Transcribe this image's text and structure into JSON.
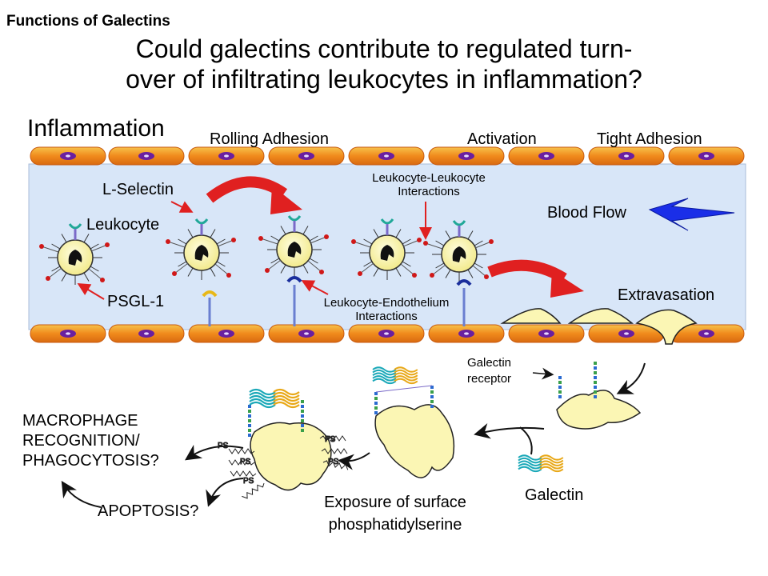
{
  "header": {
    "label": "Functions of Galectins",
    "title_line1": "Could galectins contribute to regulated turn-",
    "title_line2": "over of infiltrating leukocytes in inflammation?"
  },
  "diagram": {
    "inflammation": "Inflammation",
    "rolling_adhesion": "Rolling Adhesion",
    "activation": "Activation",
    "tight_adhesion": "Tight Adhesion",
    "l_selectin": "L-Selectin",
    "leukocyte": "Leukocyte",
    "psgl1": "PSGL-1",
    "ll_interactions_1": "Leukocyte-Leukocyte",
    "ll_interactions_2": "Interactions",
    "le_interactions_1": "Leukocyte-Endothelium",
    "le_interactions_2": "Interactions",
    "blood_flow": "Blood Flow",
    "extravasation": "Extravasation",
    "galectin_receptor_1": "Galectin",
    "galectin_receptor_2": "receptor",
    "galectin": "Galectin",
    "exposure_1": "Exposure of surface",
    "exposure_2": "phosphatidylserine",
    "macrophage_1": "MACROPHAGE",
    "macrophage_2": "RECOGNITION/",
    "macrophage_3": "PHAGOCYTOSIS?",
    "apoptosis": "APOPTOSIS?",
    "ps": "PS"
  },
  "colors": {
    "vessel_bg": "#d8e6f8",
    "endothelial": "#f08a1c",
    "nucleus": "#6a1fa0",
    "cell": "#fbf6b4",
    "red_arrow": "#e02020",
    "blue_arrow": "#1a2ee8"
  }
}
